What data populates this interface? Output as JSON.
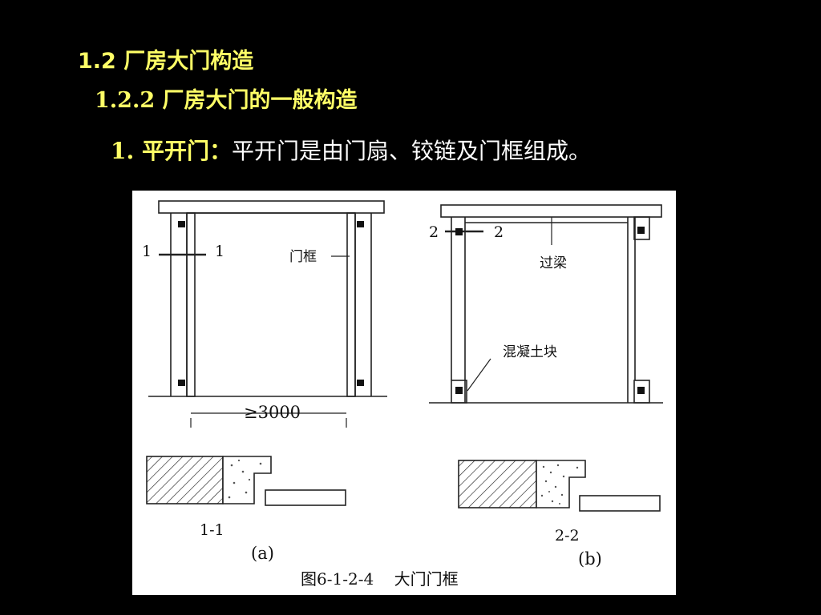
{
  "heading": "1.2  厂房大门构造",
  "subheading": "1.2.2  厂房大门的一般构造",
  "paragraph": {
    "lead": "1. 平开门：",
    "text": "平开门是由门扇、铰链及门框组成。"
  },
  "figure": {
    "a": {
      "section_mark_left": "1",
      "section_mark_right": "1",
      "frame_label": "门框",
      "dimension": "≥3000",
      "section_label": "1-1",
      "sub_label": "(a)"
    },
    "b": {
      "section_mark_left": "2",
      "section_mark_right": "2",
      "lintel_label": "过梁",
      "block_label": "混凝土块",
      "section_label": "2-2",
      "sub_label": "(b)"
    },
    "caption": "图6-1-2-4    大门门框"
  }
}
